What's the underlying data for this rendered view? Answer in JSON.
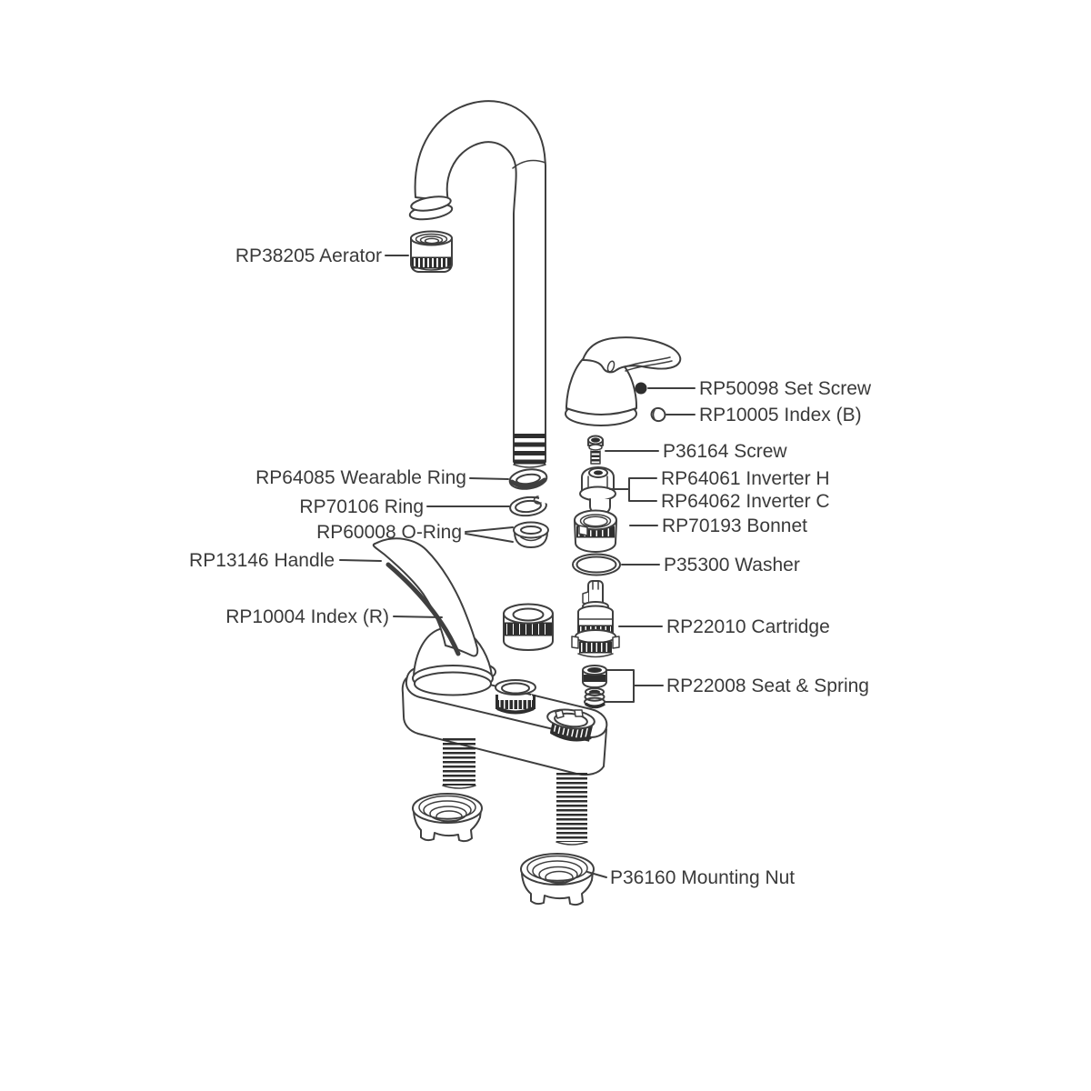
{
  "diagram": {
    "type": "exploded-parts-diagram",
    "subject": "two-handle bar faucet",
    "colors": {
      "line": "#3f3f3f",
      "text": "#3a3a3a",
      "band": "#2e2e2e",
      "background": "#ffffff"
    },
    "parts": [
      {
        "id": "aerator",
        "label": "RP38205 Aerator"
      },
      {
        "id": "set-screw",
        "label": "RP50098 Set Screw"
      },
      {
        "id": "index-b",
        "label": "RP10005 Index (B)"
      },
      {
        "id": "screw",
        "label": "P36164 Screw"
      },
      {
        "id": "inverter-h",
        "label": "RP64061 Inverter H"
      },
      {
        "id": "inverter-c",
        "label": "RP64062 Inverter C"
      },
      {
        "id": "bonnet",
        "label": "RP70193 Bonnet"
      },
      {
        "id": "washer",
        "label": "P35300 Washer"
      },
      {
        "id": "wearable-ring",
        "label": "RP64085 Wearable Ring"
      },
      {
        "id": "ring",
        "label": "RP70106 Ring"
      },
      {
        "id": "o-ring",
        "label": "RP60008 O-Ring"
      },
      {
        "id": "handle",
        "label": "RP13146 Handle"
      },
      {
        "id": "index-r",
        "label": "RP10004 Index (R)"
      },
      {
        "id": "cartridge",
        "label": "RP22010 Cartridge"
      },
      {
        "id": "seat-spring",
        "label": "RP22008 Seat & Spring"
      },
      {
        "id": "mounting-nut",
        "label": "P36160 Mounting Nut"
      }
    ]
  }
}
